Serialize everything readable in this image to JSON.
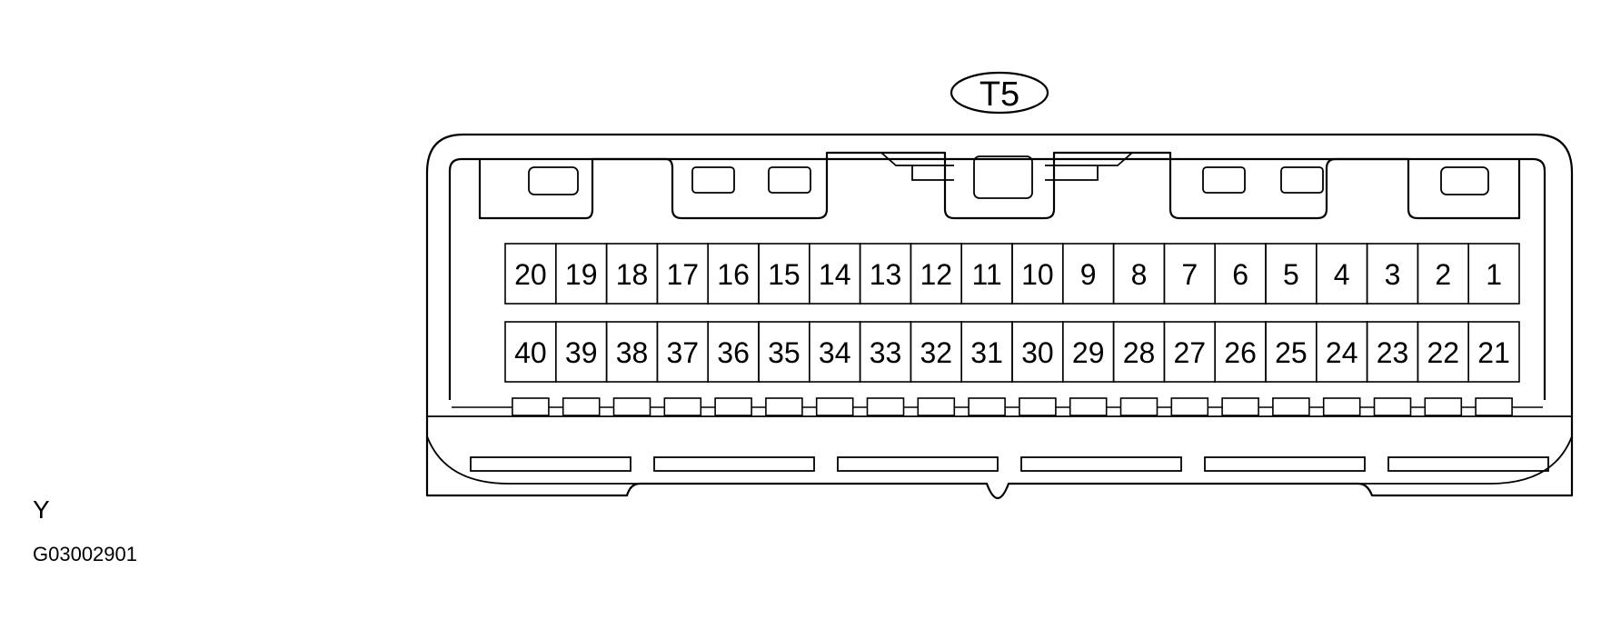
{
  "connector": {
    "label": "T5",
    "pins_top": [
      "20",
      "19",
      "18",
      "17",
      "16",
      "15",
      "14",
      "13",
      "12",
      "11",
      "10",
      "9",
      "8",
      "7",
      "6",
      "5",
      "4",
      "3",
      "2",
      "1"
    ],
    "pins_bottom": [
      "40",
      "39",
      "38",
      "37",
      "36",
      "35",
      "34",
      "33",
      "32",
      "31",
      "30",
      "29",
      "28",
      "27",
      "26",
      "25",
      "24",
      "23",
      "22",
      "21"
    ]
  },
  "footer": {
    "color_code": "Y",
    "figure_id": "G03002901"
  }
}
